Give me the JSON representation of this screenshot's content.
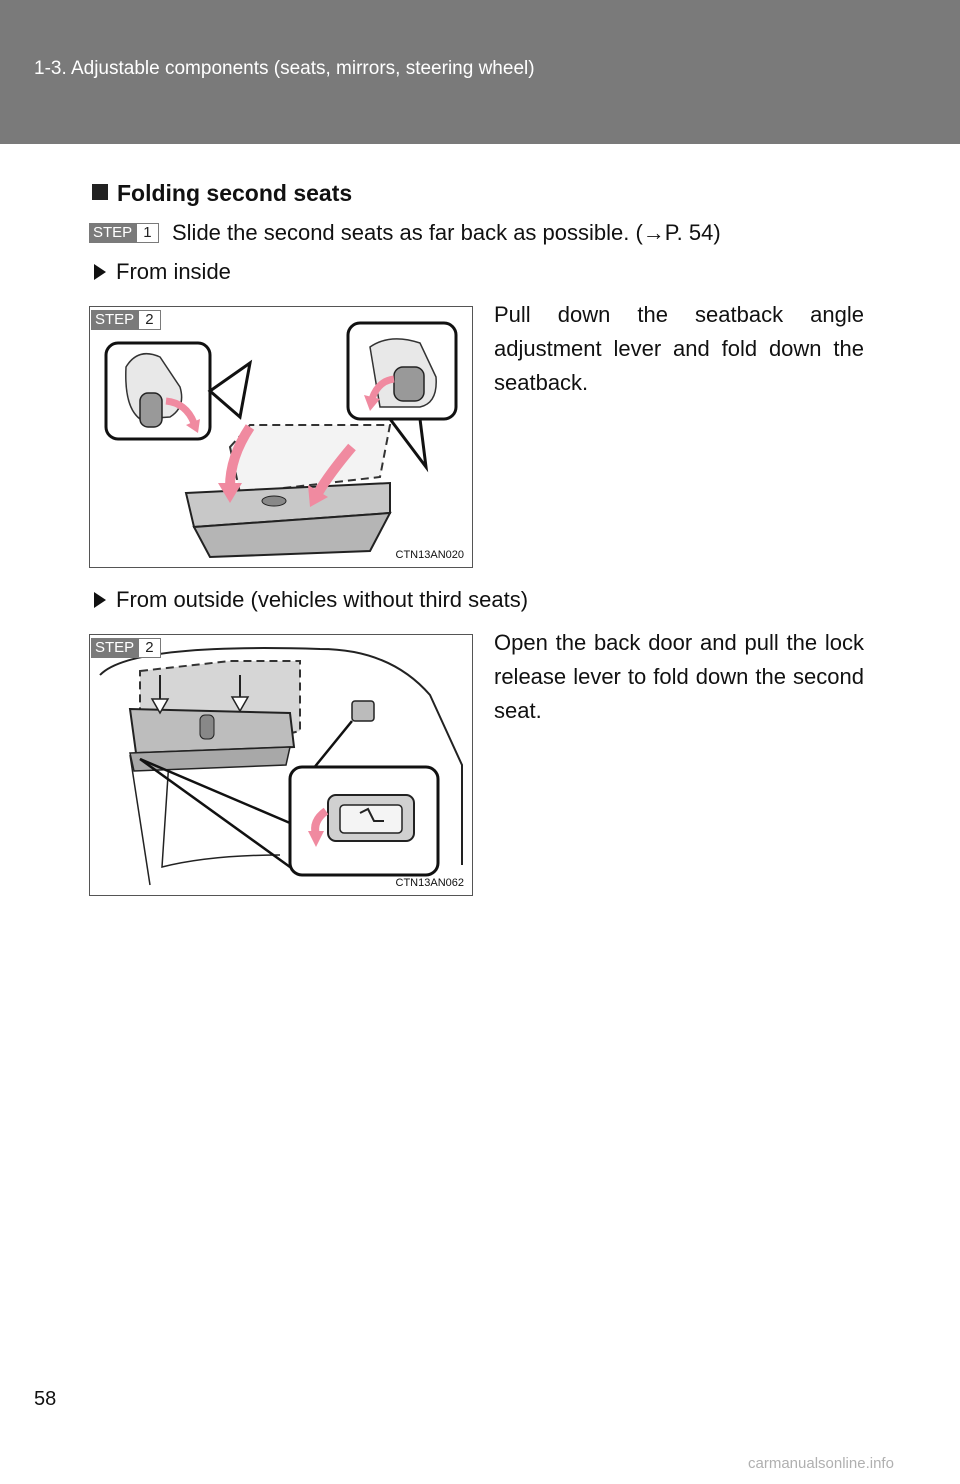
{
  "header": {
    "title": "1-3. Adjustable components (seats, mirrors, steering wheel)"
  },
  "section": {
    "heading": "Folding second seats"
  },
  "step1": {
    "word": "STEP",
    "num": "1",
    "text": "Slide the second seats as far back as possible. (→P. 54)"
  },
  "inside": {
    "bullet": "From inside",
    "step_word": "STEP",
    "step_num": "2",
    "figure_code": "CTN13AN020",
    "description": "Pull down the seatback angle adjustment lever and fold down the seatback."
  },
  "outside": {
    "bullet": "From outside (vehicles without third seats)",
    "step_word": "STEP",
    "step_num": "2",
    "figure_code": "CTN13AN062",
    "description": "Open the back door and pull the lock release lever to fold down the second seat."
  },
  "footer": {
    "page_number": "58",
    "watermark": "carmanualsonline.info"
  },
  "colors": {
    "header_bg": "#7a7a7a",
    "arrow_pink": "#f08aa0",
    "seat_gray": "#c8c8c8"
  }
}
